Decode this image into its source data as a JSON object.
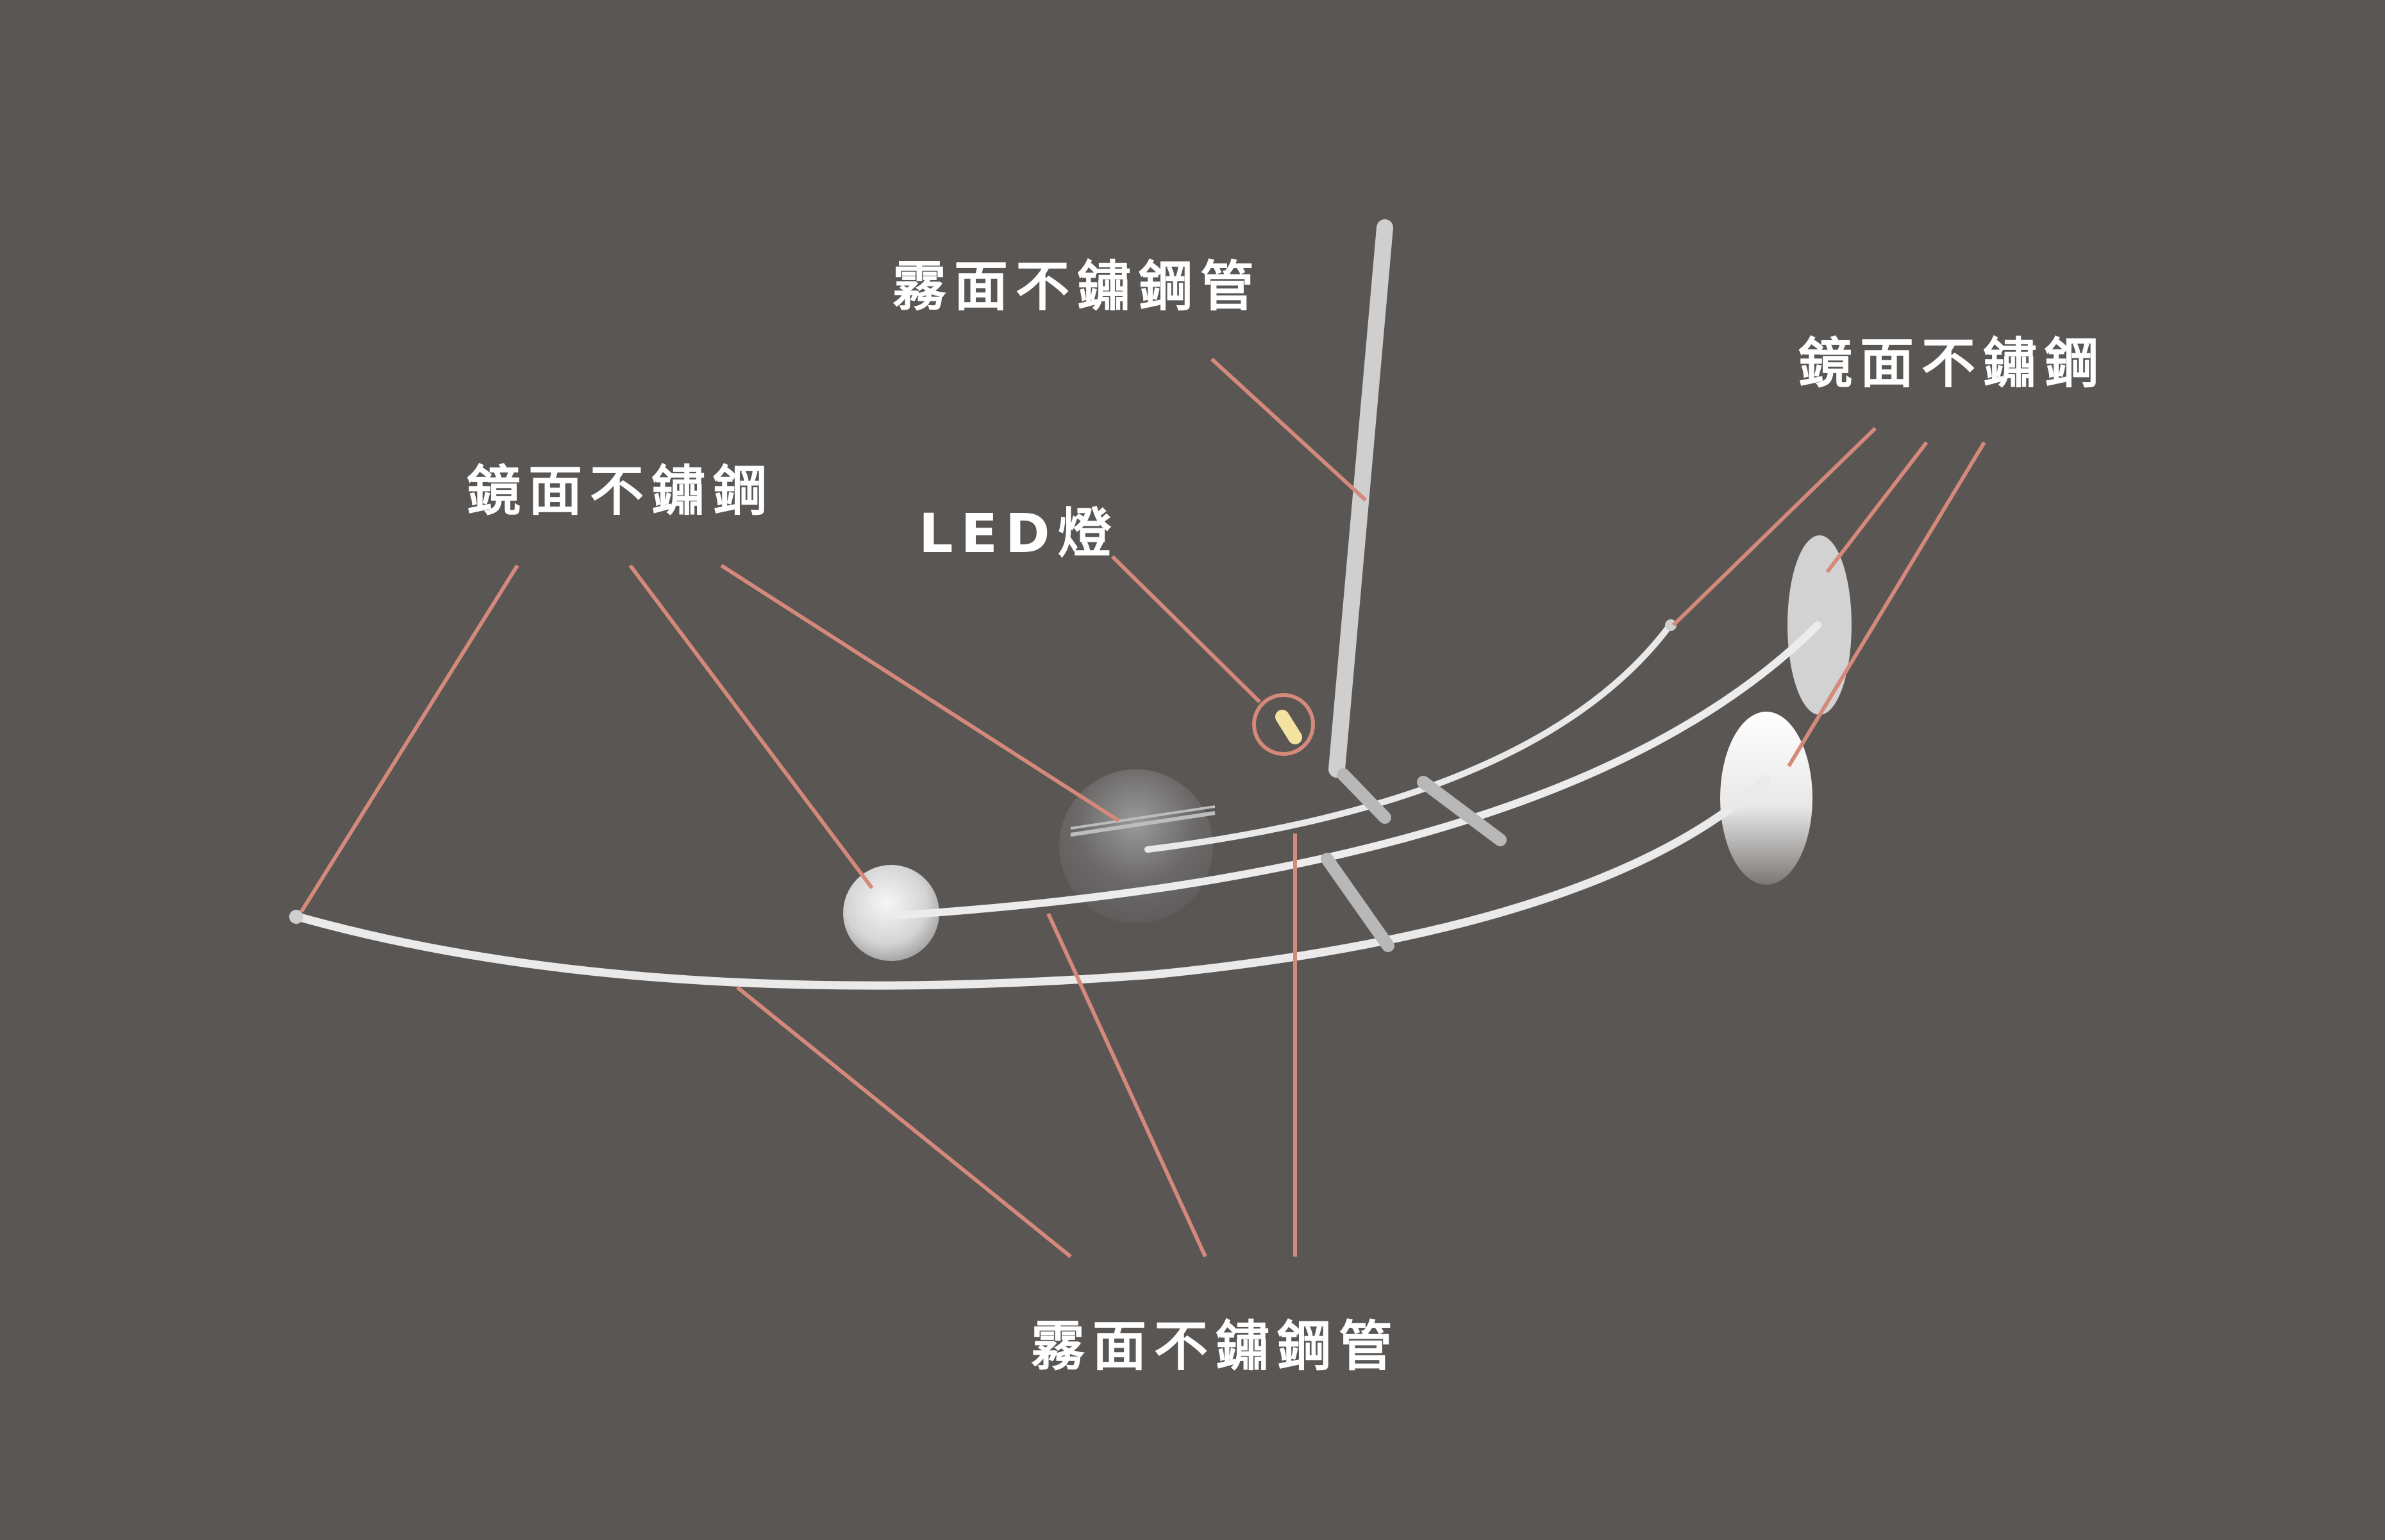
{
  "labels": {
    "top_tube": "霧面不鏽鋼管",
    "top_right_mirror": "鏡面不鏽鋼",
    "left_mirror": "鏡面不鏽鋼",
    "led": "LED燈",
    "bottom_tube": "霧面不鏽鋼管"
  },
  "colors": {
    "background": "#595654",
    "leader_line": "#d4897a",
    "text": "#ffffff",
    "tube": "#e9e9e9",
    "disc": "#c9c9c9",
    "led": "#f3e2a0"
  }
}
